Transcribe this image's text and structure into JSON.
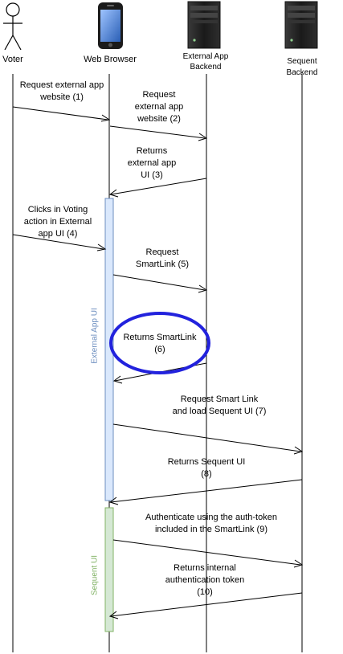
{
  "actors": [
    {
      "id": "voter",
      "label": "Voter",
      "icon": "stick-figure-icon"
    },
    {
      "id": "browser",
      "label": "Web Browser",
      "icon": "mobile-phone-icon"
    },
    {
      "id": "external",
      "label": "External App\nBackend",
      "icon": "server-tower-icon"
    },
    {
      "id": "sequent",
      "label": "Sequent Backend",
      "icon": "server-tower-icon"
    }
  ],
  "activations": [
    {
      "label": "External App UI",
      "color": "#6c8ebf",
      "fill": "#dae8fc"
    },
    {
      "label": "Sequent UI",
      "color": "#82b366",
      "fill": "#d5e8d4"
    }
  ],
  "messages": [
    {
      "id": 1,
      "label": "Request external app\nwebsite (1)",
      "from": "voter",
      "to": "browser"
    },
    {
      "id": 2,
      "label": "Request\nexternal app\nwebsite (2)",
      "from": "browser",
      "to": "external"
    },
    {
      "id": 3,
      "label": "Returns\nexternal app\nUI (3)",
      "from": "external",
      "to": "browser"
    },
    {
      "id": 4,
      "label": "Clicks in Voting\naction in External\napp UI (4)",
      "from": "voter",
      "to": "browser"
    },
    {
      "id": 5,
      "label": "Request\nSmartLink (5)",
      "from": "browser",
      "to": "external"
    },
    {
      "id": 6,
      "label": "Returns SmartLink\n(6)",
      "from": "external",
      "to": "browser",
      "highlighted": true
    },
    {
      "id": 7,
      "label": "Request Smart Link\nand load Sequent UI (7)",
      "from": "browser",
      "to": "sequent"
    },
    {
      "id": 8,
      "label": "Returns Sequent UI\n(8)",
      "from": "sequent",
      "to": "browser"
    },
    {
      "id": 9,
      "label": "Authenticate using the auth-token\nincluded in the SmartLink (9)",
      "from": "browser",
      "to": "sequent"
    },
    {
      "id": 10,
      "label": "Returns internal\nauthentication token\n(10)",
      "from": "sequent",
      "to": "browser"
    }
  ],
  "highlight_color": "#2222dd"
}
